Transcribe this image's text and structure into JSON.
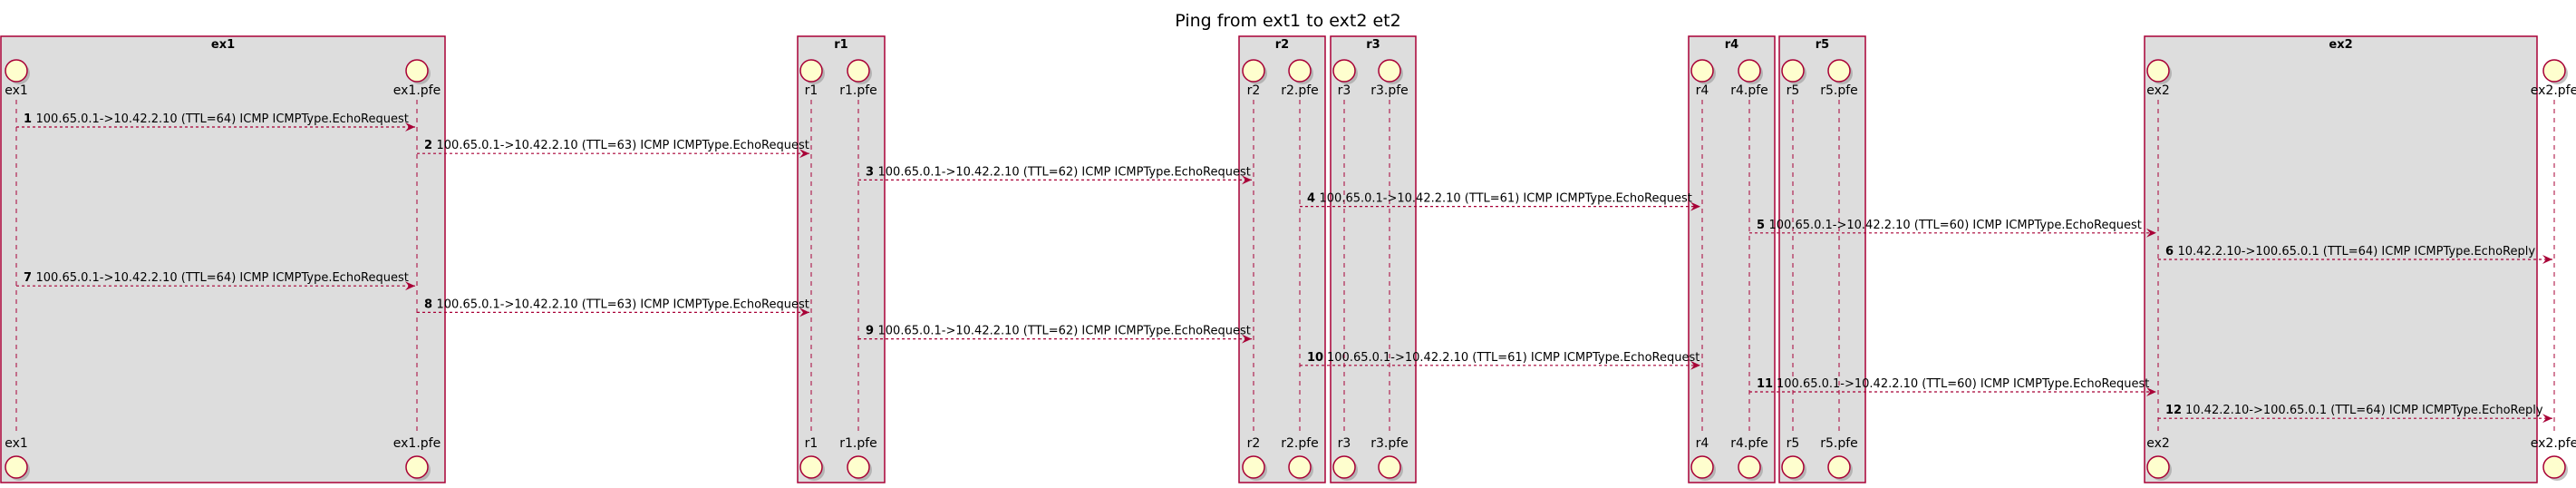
{
  "title": "Ping from ext1 to ext2 et2",
  "colors": {
    "box_fill": "#dddddd",
    "box_stroke": "#a80036",
    "lifeline": "#a80036",
    "arrow": "#a80036",
    "actor_fill": "#fefece",
    "actor_stroke": "#a80036"
  },
  "boxes": [
    {
      "name": "ex1",
      "participants": [
        "ex1",
        "ex1.pfe"
      ]
    },
    {
      "name": "r1",
      "participants": [
        "r1",
        "r1.pfe"
      ]
    },
    {
      "name": "r2",
      "participants": [
        "r2",
        "r2.pfe"
      ]
    },
    {
      "name": "r3",
      "participants": [
        "r3",
        "r3.pfe"
      ]
    },
    {
      "name": "r4",
      "participants": [
        "r4",
        "r4.pfe"
      ]
    },
    {
      "name": "r5",
      "participants": [
        "r5",
        "r5.pfe"
      ]
    },
    {
      "name": "ex2",
      "participants": [
        "ex2",
        "ex2.pfe"
      ]
    }
  ],
  "messages": [
    {
      "num": "1",
      "from": "ex1",
      "to": "ex1.pfe",
      "text": "100.65.0.1->10.42.2.10 (TTL=64) ICMP ICMPType.EchoRequest"
    },
    {
      "num": "2",
      "from": "ex1.pfe",
      "to": "r1",
      "text": "100.65.0.1->10.42.2.10 (TTL=63) ICMP ICMPType.EchoRequest"
    },
    {
      "num": "3",
      "from": "r1.pfe",
      "to": "r2",
      "text": "100.65.0.1->10.42.2.10 (TTL=62) ICMP ICMPType.EchoRequest"
    },
    {
      "num": "4",
      "from": "r2.pfe",
      "to": "r4",
      "text": "100.65.0.1->10.42.2.10 (TTL=61) ICMP ICMPType.EchoRequest"
    },
    {
      "num": "5",
      "from": "r4.pfe",
      "to": "ex2",
      "text": "100.65.0.1->10.42.2.10 (TTL=60) ICMP ICMPType.EchoRequest"
    },
    {
      "num": "6",
      "from": "ex2",
      "to": "ex2.pfe",
      "text": "10.42.2.10->100.65.0.1 (TTL=64) ICMP ICMPType.EchoReply"
    },
    {
      "num": "7",
      "from": "ex1",
      "to": "ex1.pfe",
      "text": "100.65.0.1->10.42.2.10 (TTL=64) ICMP ICMPType.EchoRequest"
    },
    {
      "num": "8",
      "from": "ex1.pfe",
      "to": "r1",
      "text": "100.65.0.1->10.42.2.10 (TTL=63) ICMP ICMPType.EchoRequest"
    },
    {
      "num": "9",
      "from": "r1.pfe",
      "to": "r2",
      "text": "100.65.0.1->10.42.2.10 (TTL=62) ICMP ICMPType.EchoRequest"
    },
    {
      "num": "10",
      "from": "r2.pfe",
      "to": "r4",
      "text": "100.65.0.1->10.42.2.10 (TTL=61) ICMP ICMPType.EchoRequest"
    },
    {
      "num": "11",
      "from": "r4.pfe",
      "to": "ex2",
      "text": "100.65.0.1->10.42.2.10 (TTL=60) ICMP ICMPType.EchoRequest"
    },
    {
      "num": "12",
      "from": "ex2",
      "to": "ex2.pfe",
      "text": "10.42.2.10->100.65.0.1 (TTL=64) ICMP ICMPType.EchoReply"
    }
  ]
}
